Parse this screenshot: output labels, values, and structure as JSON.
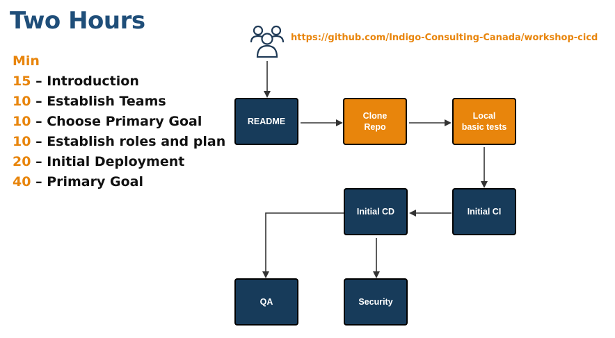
{
  "title": "Two Hours",
  "agenda": {
    "header": "Min",
    "items": [
      {
        "minutes": "15",
        "label": "– Introduction"
      },
      {
        "minutes": "10",
        "label": "– Establish Teams"
      },
      {
        "minutes": "10",
        "label": "– Choose Primary Goal"
      },
      {
        "minutes": "10",
        "label": "– Establish roles and plan"
      },
      {
        "minutes": "20",
        "label": "– Initial Deployment"
      },
      {
        "minutes": "40",
        "label": "– Primary Goal"
      }
    ]
  },
  "url": "https://github.com/Indigo-Consulting-Canada/workshop-cicd",
  "icons": {
    "people": "people-group-icon"
  },
  "colors": {
    "navy": "#173b5a",
    "orange": "#e8850c",
    "title": "#1f4e79"
  },
  "diagram": {
    "nodes": {
      "readme": "README",
      "clone": "Clone\nRepo",
      "local": "Local\nbasic tests",
      "ci": "Initial CI",
      "cd": "Initial CD",
      "qa": "QA",
      "security": "Security"
    }
  }
}
